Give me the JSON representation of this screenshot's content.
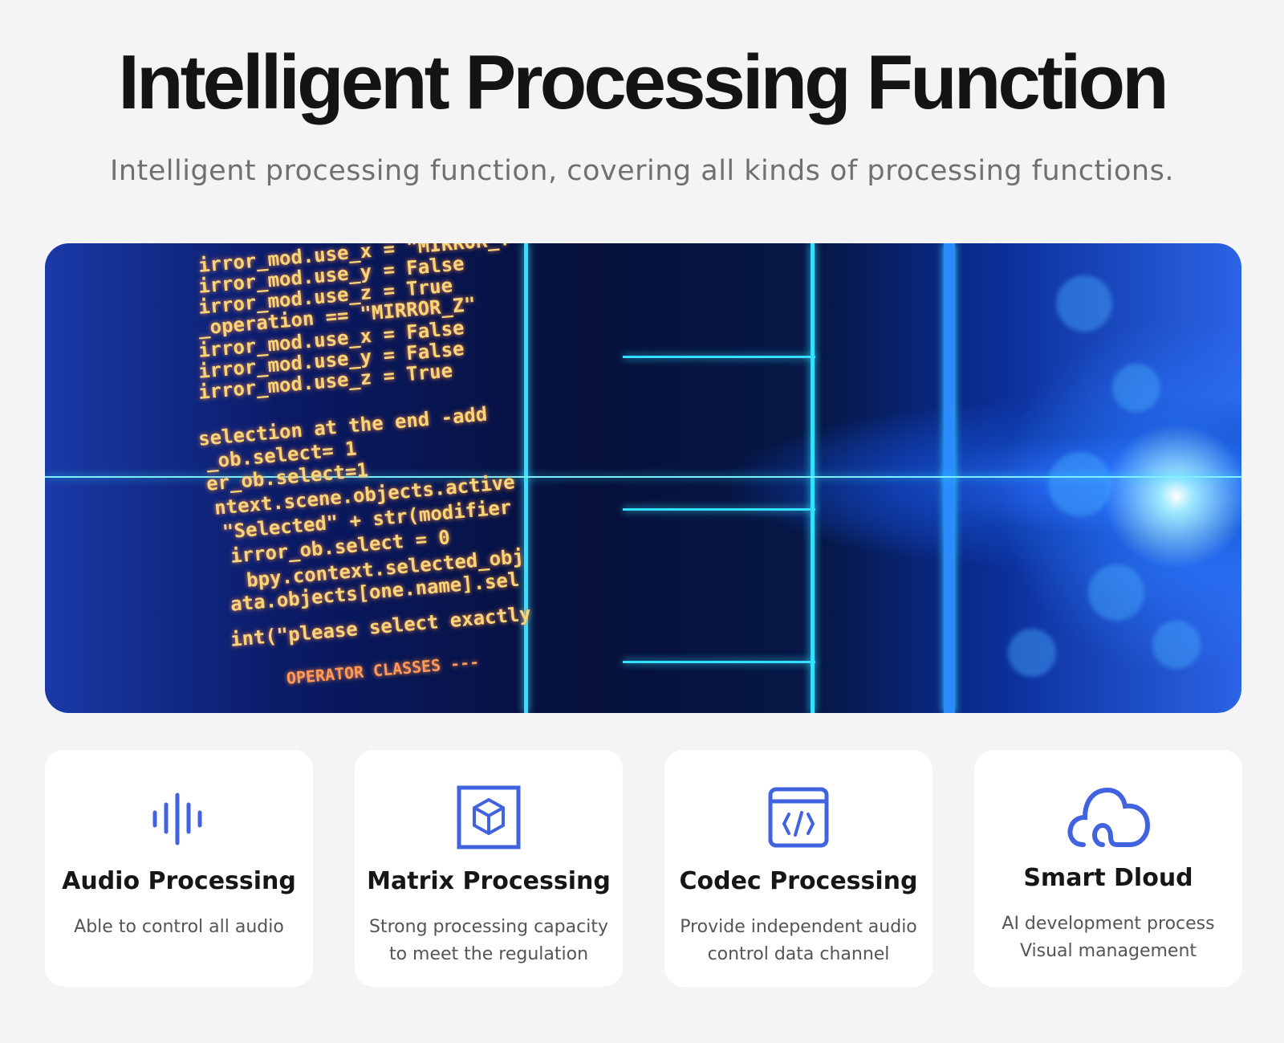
{
  "header": {
    "title": "Intelligent Processing Function",
    "subtitle": "Intelligent processing function, covering all kinds of processing functions."
  },
  "banner": {
    "code_lines": [
      "irror_mod.use_x = \"MIRROR_Y\"",
      "irror_mod.use_y = False",
      "irror_mod.use_z = True",
      "_operation == \"MIRROR_Z\"",
      "irror_mod.use_x = False",
      "irror_mod.use_y = False",
      "irror_mod.use_z = True",
      "",
      "selection at the end -add",
      "_ob.select= 1",
      "er_ob.select=1",
      "ntext.scene.objects.active",
      "\"Selected\" + str(modifier",
      "irror_ob.select = 0",
      "bpy.context.selected_obj",
      "ata.objects[one.name].sel",
      "int(\"please select exactly",
      "OPERATOR CLASSES ---"
    ]
  },
  "colors": {
    "accent": "#4263e0",
    "background": "#f4f4f6"
  },
  "cards": [
    {
      "icon": "sound-wave-icon",
      "title": "Audio Processing",
      "lines": [
        "Able to control all audio"
      ]
    },
    {
      "icon": "cube-matrix-icon",
      "title": "Matrix Processing",
      "lines": [
        "Strong processing capacity",
        "to meet the regulation"
      ]
    },
    {
      "icon": "code-window-icon",
      "title": "Codec Processing",
      "lines": [
        "Provide independent audio",
        "control data channel"
      ]
    },
    {
      "icon": "cloud-icon",
      "title": "Smart Dloud",
      "lines": [
        "AI development process",
        "Visual management"
      ]
    }
  ]
}
